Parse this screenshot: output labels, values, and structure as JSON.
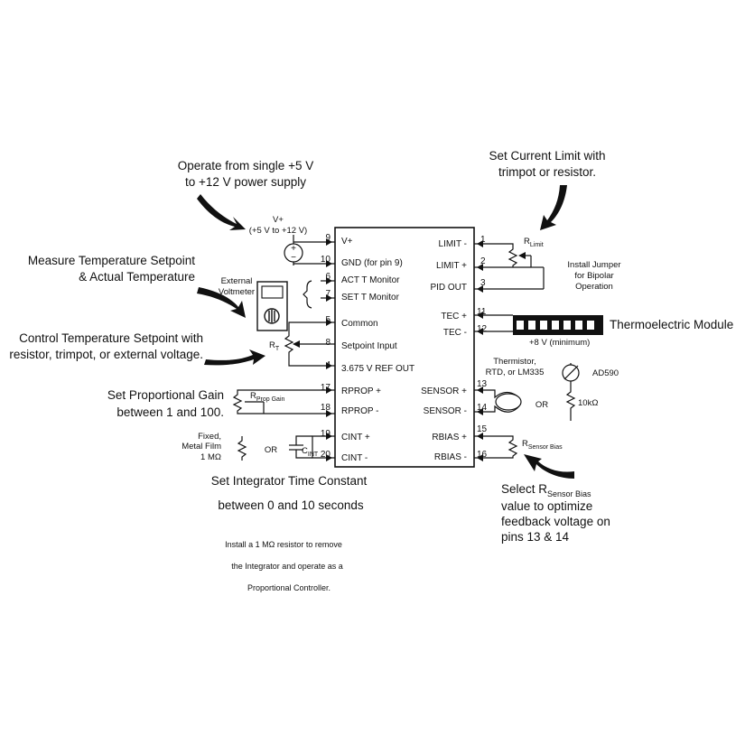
{
  "chip": {
    "left_pins": [
      {
        "num": "9",
        "label": "V+"
      },
      {
        "num": "10",
        "label": "GND (for pin 9)"
      },
      {
        "num": "6",
        "label": "ACT T Monitor"
      },
      {
        "num": "7",
        "label": "SET T Monitor"
      },
      {
        "num": "5",
        "label": "Common"
      },
      {
        "num": "8",
        "label": "Setpoint Input"
      },
      {
        "num": "4",
        "label": "3.675 V REF OUT"
      },
      {
        "num": "17",
        "label": "RPROP +"
      },
      {
        "num": "18",
        "label": "RPROP -"
      },
      {
        "num": "19",
        "label": "CINT +"
      },
      {
        "num": "20",
        "label": "CINT -"
      }
    ],
    "right_pins": [
      {
        "num": "1",
        "label": "LIMIT -"
      },
      {
        "num": "2",
        "label": "LIMIT +"
      },
      {
        "num": "3",
        "label": "PID OUT"
      },
      {
        "num": "11",
        "label": "TEC +"
      },
      {
        "num": "12",
        "label": "TEC -"
      },
      {
        "num": "13",
        "label": "SENSOR +"
      },
      {
        "num": "14",
        "label": "SENSOR -"
      },
      {
        "num": "15",
        "label": "RBIAS +"
      },
      {
        "num": "16",
        "label": "RBIAS -"
      }
    ]
  },
  "annotations": {
    "power": {
      "line1": "Operate from single +5 V",
      "line2": "to +12 V power supply"
    },
    "vplus": {
      "label": "V+",
      "range": "(+5 V to +12 V)"
    },
    "measure": {
      "line1": "Measure Temperature Setpoint",
      "line2": "& Actual Temperature"
    },
    "voltmeter": {
      "line1": "External",
      "line2": "Voltmeter"
    },
    "control": {
      "line1": "Control Temperature Setpoint with",
      "line2": "resistor, trimpot, or external voltage."
    },
    "rt": {
      "main": "R",
      "sub": "T"
    },
    "propgain": {
      "line1": "Set Proportional Gain",
      "line2": "between 1 and 100."
    },
    "rprop": {
      "main": "R",
      "sub": "Prop Gain"
    },
    "fixed": {
      "line1": "Fixed,",
      "line2": "Metal Film",
      "line3": "1 MΩ"
    },
    "or1": "OR",
    "cint": {
      "main": "C",
      "sub": "INT"
    },
    "integrator": {
      "line1": "Set Integrator Time Constant",
      "line2": "between 0 and 10 seconds"
    },
    "footnote": {
      "line1": "Install a 1 MΩ resistor to remove",
      "line2": "the Integrator and operate as a",
      "line3": "Proportional Controller."
    },
    "currentlimit": {
      "line1": "Set Current Limit with",
      "line2": "trimpot or resistor."
    },
    "rlimit": {
      "main": "R",
      "sub": "Limit"
    },
    "jumper": {
      "line1": "Install Jumper",
      "line2": "for Bipolar",
      "line3": "Operation"
    },
    "tec_module": "Thermoelectric Module",
    "tec_voltage": "+8 V (minimum)",
    "thermistor": {
      "line1": "Thermistor,",
      "line2": "RTD, or LM335"
    },
    "ad590": "AD590",
    "or2": "OR",
    "tenk": "10kΩ",
    "rsensor": {
      "main": "R",
      "sub": "Sensor Bias"
    },
    "select": {
      "prefix": "Select R",
      "sub": "Sensor Bias",
      "line2": "value to optimize",
      "line3": "feedback voltage on",
      "line4": "pins 13 & 14"
    }
  }
}
